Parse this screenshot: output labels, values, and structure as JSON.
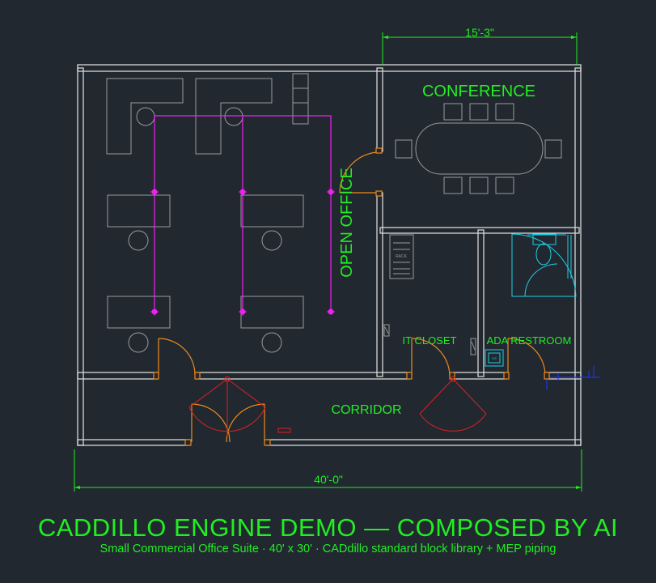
{
  "colors": {
    "background": "#212830",
    "wall": "#d8d8d8",
    "furniture": "#9a9a9a",
    "label": "#22ee22",
    "door": "#ee8a1a",
    "fire": "#dd2222",
    "piping": "#ee22ee",
    "plumbing": "#1ecfe6",
    "electrical": "#2233ee"
  },
  "rooms": {
    "conference": "CONFERENCE",
    "open_office": "OPEN OFFICE",
    "it_closet": "IT CLOSET",
    "ada_restroom": "ADA RESTROOM",
    "corridor": "CORRIDOR"
  },
  "dimensions": {
    "conference_width": "15'-3\"",
    "overall_width": "40'-0\""
  },
  "blocks": {
    "rack_label": "RACK",
    "sink_label": "HS"
  },
  "footer": {
    "title": "CADDILLO ENGINE DEMO — COMPOSED BY AI",
    "subtitle": "Small Commercial Office Suite  ·  40' x 30'  ·  CADdillo standard block library + MEP piping"
  }
}
